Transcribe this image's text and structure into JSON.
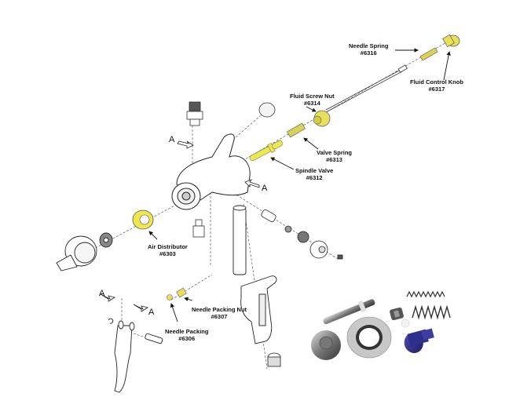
{
  "title": "Spray Gun Exploded Parts Diagram",
  "highlight_color": "#e8e05a",
  "kit_knob_color": "#2e2f8c",
  "callouts": [
    {
      "id": "needle-spring",
      "name": "Needle Spring",
      "part": "#6316"
    },
    {
      "id": "fluid-control-knob",
      "name": "Fluid Control Knob",
      "part": "#6317"
    },
    {
      "id": "fluid-screw-nut",
      "name": "Fluid Screw Nut",
      "part": "#6314"
    },
    {
      "id": "valve-spring",
      "name": "Valve Spring",
      "part": "#6313"
    },
    {
      "id": "spindle-valve",
      "name": "Spindle Valve",
      "part": "#6312"
    },
    {
      "id": "air-distributor",
      "name": "Air Distributor",
      "part": "#6303"
    },
    {
      "id": "needle-packing-nut",
      "name": "Needle Packing Nut",
      "part": "#6307"
    },
    {
      "id": "needle-packing",
      "name": "Needle Packing",
      "part": "#6306"
    }
  ],
  "view_markers": [
    "A",
    "A",
    "A",
    "A"
  ]
}
